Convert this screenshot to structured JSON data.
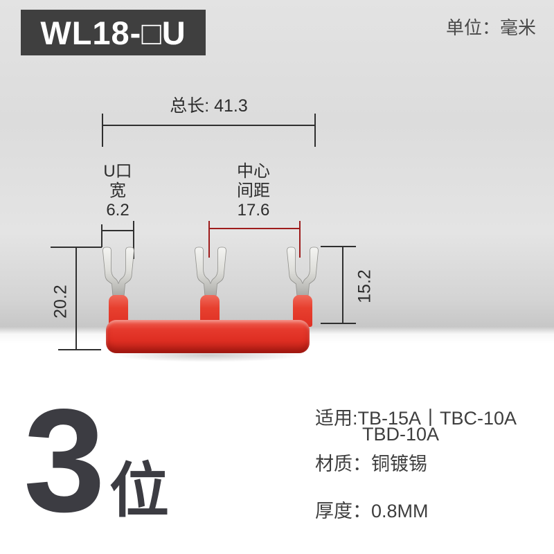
{
  "header": {
    "model_badge": "WL18-□U",
    "badge_bg": "#3f3f3f",
    "unit_label": "单位：毫米"
  },
  "diagram": {
    "total_length_label": "总长: 41.3",
    "u_width": {
      "title_line1": "U口",
      "title_line2": "宽",
      "value": "6.2"
    },
    "center_spacing": {
      "title_line1": "中心",
      "title_line2": "间距",
      "value": "17.6"
    },
    "height_overall": "20.2",
    "height_exposed": "15.2",
    "dimensions_mm": {
      "total_length": 41.3,
      "u_slot_width": 6.2,
      "center_spacing": 17.6,
      "overall_height": 20.2,
      "exposed_height": 15.2
    },
    "colors": {
      "insulator_red": "#e23a2c",
      "dim_line_dark": "#2f2f2f",
      "dim_line_red": "#9e1c1c",
      "metal_silver": "#d8d8d5"
    }
  },
  "footer": {
    "positions_count": "3",
    "positions_unit": "位",
    "specs": {
      "applicable_line1": "适用:TB-15A丨TBC-10A",
      "applicable_line2": "TBD-10A",
      "material": "材质：铜镀锡",
      "thickness": "厚度：0.8MM"
    }
  }
}
